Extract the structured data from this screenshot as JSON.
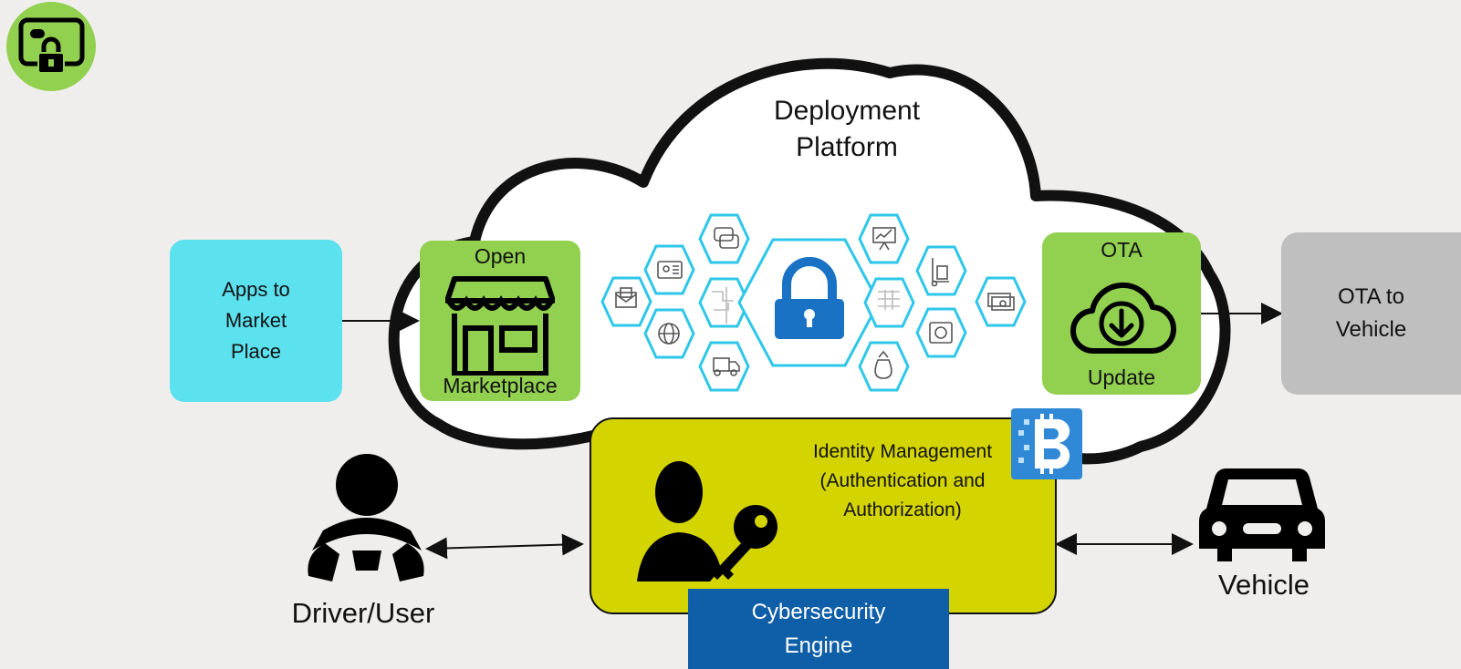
{
  "cloud": {
    "title": "Deployment\nPlatform"
  },
  "apps_box": {
    "label": "Apps to\nMarket\nPlace"
  },
  "marketplace": {
    "top_label": "Open",
    "bottom_label": "Marketplace"
  },
  "ota": {
    "top_label": "OTA",
    "bottom_label": "Update"
  },
  "ota_vehicle": {
    "label": "OTA to\nVehicle"
  },
  "identity": {
    "label": "Identity  Management\n(Authentication and\nAuthorization)"
  },
  "cybersecurity": {
    "label": "Cybersecurity\nEngine"
  },
  "driver": {
    "label": "Driver/User"
  },
  "vehicle": {
    "label": "Vehicle"
  },
  "colors": {
    "green": "#92d050",
    "cyan": "#5ce1ef",
    "gray": "#bfbfbf",
    "olive": "#d4d400",
    "blue": "#0e5ea8",
    "hex_stroke": "#2ec7ea",
    "lock_blue": "#1a72c4"
  }
}
